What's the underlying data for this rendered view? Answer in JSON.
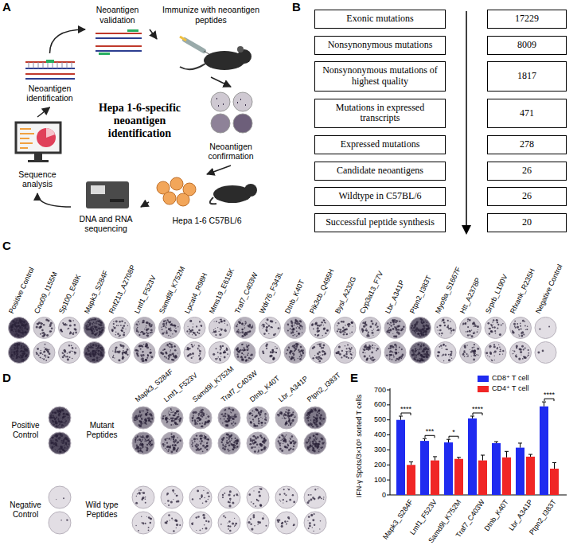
{
  "diagram": {
    "nodes": [
      {
        "text": [
          "Neoantigen identification"
        ]
      },
      {
        "text": [
          "Neoantigen validation"
        ]
      },
      {
        "text": [
          "Immunize with neoantigen peptides"
        ]
      },
      {
        "text": [
          "Neoantigen confirmation"
        ]
      },
      {
        "text": [
          "Hepa 1-6 C57BL/6"
        ]
      },
      {
        "text": [
          "DNA and RNA sequencing"
        ]
      },
      {
        "text": [
          "Sequence analysis"
        ]
      },
      {
        "text": [
          "Exonic mutations"
        ]
      },
      {
        "text": [
          "17229"
        ]
      },
      {
        "text": [
          "Nonsynonymous mutations"
        ]
      },
      {
        "text": [
          "8009"
        ]
      },
      {
        "text": [
          "Nonsynonymous mutations of highest quality"
        ]
      },
      {
        "text": [
          "1817"
        ]
      },
      {
        "text": [
          "Mutations in expressed transcripts"
        ]
      },
      {
        "text": [
          "471"
        ]
      },
      {
        "text": [
          "Expressed mutations"
        ]
      },
      {
        "text": [
          "278"
        ]
      },
      {
        "text": [
          "Candidate neoantigens"
        ]
      },
      {
        "text": [
          "26"
        ]
      },
      {
        "text": [
          "Wildtype in C57BL/6"
        ]
      },
      {
        "text": [
          "26"
        ]
      },
      {
        "text": [
          "Successful peptide synthesis"
        ]
      },
      {
        "text": [
          "20"
        ]
      }
    ],
    "edges": [
      {
        "from": 0,
        "to": 1,
        "arrow": "to"
      },
      {
        "from": 1,
        "to": 2,
        "arrow": "to"
      },
      {
        "from": 2,
        "to": 3,
        "arrow": "to"
      },
      {
        "from": 3,
        "to": 4,
        "arrow": "to"
      },
      {
        "from": 4,
        "to": 5,
        "arrow": "to"
      },
      {
        "from": 5,
        "to": 6,
        "arrow": "to"
      },
      {
        "from": 6,
        "to": 0,
        "arrow": "to"
      }
    ],
    "labels": [
      "A",
      "B",
      "C",
      "D",
      "E",
      "Hepa 1-6-specific neoantigen identification",
      "Positive Control",
      "Cno09_I155M",
      "Sp100_E48K",
      "Mapk3_S284F",
      "Rnf213_A2708P",
      "Lmf1_F523V",
      "Samd9l_K752M",
      "Lpcat4_R98H",
      "Mms19_E615K",
      "Traf7_C403W",
      "Wdr76_F343L",
      "Dtnb_K40T",
      "Pik3cb_Q495H",
      "Bysl_A232G",
      "Cyp3a13_F7V",
      "Lbr_A341P",
      "Ptpn2_I383T",
      "Myo9a_S1667F",
      "Htt_A2378P",
      "Srprb_L190V",
      "Rfxank_R235H",
      "Negative Control",
      "Positive Control",
      "Negative Control",
      "Mutant Peptides",
      "Wild type Peptides",
      "Mapk3_S284F",
      "Lmf1_F523V",
      "Samd9l_K752M",
      "Traf7_C403W",
      "Dtnb_K40T",
      "Lbr_A341P",
      "Ptpn2_I383T",
      "IFN-γ Spots/3×10⁵ sorted T cells",
      "0",
      "100",
      "200",
      "300",
      "400",
      "500",
      "600",
      "700",
      "Mapk3_S284F",
      "Lmf1_F523V",
      "Samd9l_K752M",
      "Traf7_C403W",
      "Dtnb_K40T",
      "Lbr_A341P",
      "Ptpn2_I383T",
      "****",
      "***",
      "*",
      "****",
      "****"
    ],
    "legend": [
      {
        "text": "CD8⁺ T cell",
        "color": "#1f2bf0"
      },
      {
        "text": "CD4⁺ T cell",
        "color": "#f02626"
      }
    ]
  }
}
